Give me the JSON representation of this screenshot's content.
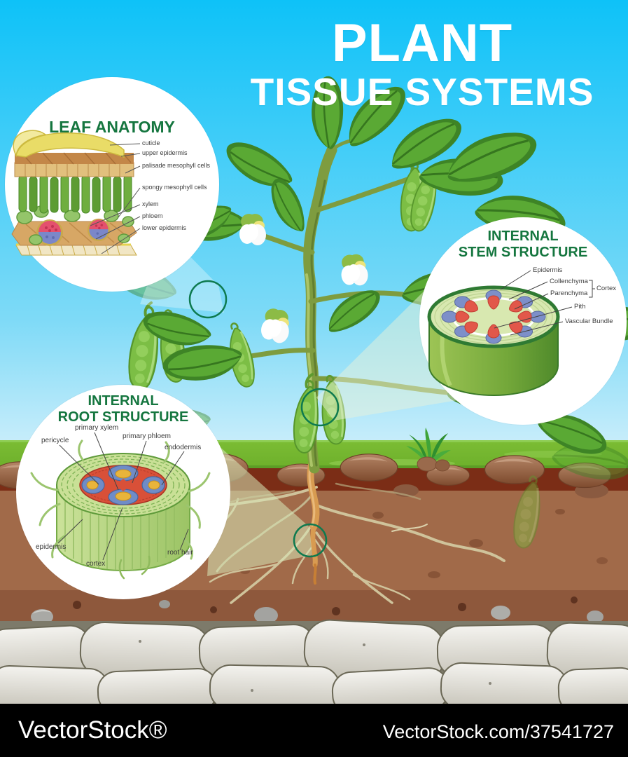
{
  "title": {
    "line1": "PLANT",
    "line2": "TISSUE SYSTEMS"
  },
  "panels": {
    "leaf": {
      "title": "LEAF ANATOMY",
      "labels": {
        "cuticle": "cuticle",
        "upper_epidermis": "upper epidermis",
        "palisade": "palisade mesophyll cells",
        "spongy": "spongy mesophyll cells",
        "xylem": "xylem",
        "phloem": "phloem",
        "lower_epidermis": "lower epidermis"
      }
    },
    "stem": {
      "title_line1": "INTERNAL",
      "title_line2": "STEM STRUCTURE",
      "labels": {
        "epidermis": "Epidermis",
        "collenchyma": "Collenchyma",
        "parenchyma": "Parenchyma",
        "cortex": "Cortex",
        "pith": "Pith",
        "vascular_bundle": "Vascular Bundle"
      }
    },
    "root": {
      "title_line1": "INTERNAL",
      "title_line2": "ROOT STRUCTURE",
      "labels": {
        "pericycle": "pericycle",
        "primary_xylem": "primary xylem",
        "primary_phloem": "primary phloem",
        "endodermis": "endodermis",
        "epidermis": "epidermis",
        "cortex": "cortex",
        "root_hair": "root hair"
      }
    }
  },
  "watermark": {
    "brand": "VectorStock®",
    "site": "VectorStock.com/37541727"
  },
  "colors": {
    "title_text": "#FFFFFF",
    "heading_green": "#15763F",
    "label_text": "#3B3B3B",
    "magnifier_ring": "#0E7A4F",
    "sky_top": "#0EC2F8",
    "grass": "#74B62E",
    "soil": "#A16A49",
    "watermark_bar": "#000000"
  }
}
